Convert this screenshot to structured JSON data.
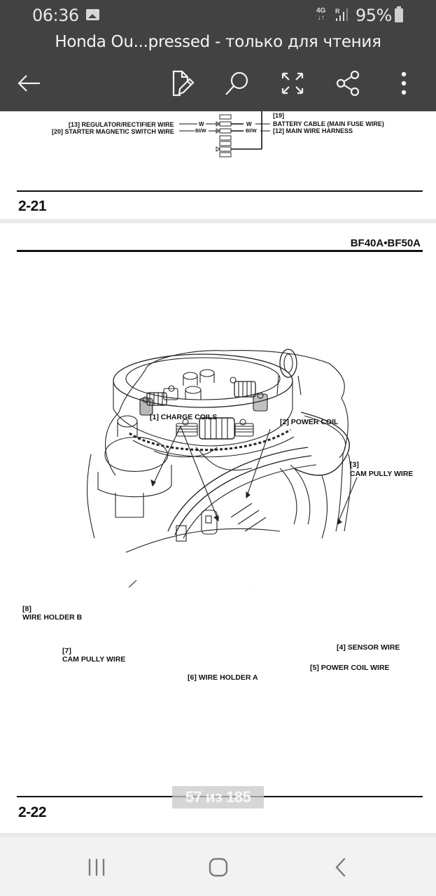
{
  "status_bar": {
    "time": "06:36",
    "notification_icon": "image-icon",
    "network_type": "4G",
    "signal_roaming": "R",
    "battery_percent": "95%"
  },
  "app_bar": {
    "title": "Honda Ou...pressed - только для чтения",
    "actions": [
      {
        "name": "back",
        "icon": "arrow-left-icon"
      },
      {
        "name": "edit",
        "icon": "edit-document-icon"
      },
      {
        "name": "search",
        "icon": "search-icon"
      },
      {
        "name": "fullscreen",
        "icon": "expand-icon"
      },
      {
        "name": "share",
        "icon": "share-icon"
      },
      {
        "name": "more",
        "icon": "more-vertical-icon"
      }
    ]
  },
  "page_21": {
    "wiring_labels": {
      "left_13": "[13] REGULATOR/RECTIFIER WIRE",
      "left_20": "[20] STARTER MAGNETIC SWITCH WIRE",
      "code_w_left": "W",
      "code_bw_left": "Bl/W",
      "code_w_right": "W",
      "code_bw_right": "Bl/W",
      "ref_19": "[19]",
      "battery_cable": "BATTERY CABLE (MAIN FUSE WIRE)",
      "main_harness": "[12]  MAIN WIRE HARNESS"
    },
    "page_number": "2-21"
  },
  "page_22": {
    "model_header": "BF40A•BF50A",
    "callouts": {
      "c1": "[1] CHARGE COILS",
      "c2": "[2] POWER COIL",
      "c3_num": "[3]",
      "c3_text": "CAM PULLY WIRE",
      "c4": "[4] SENSOR WIRE",
      "c5": "[5] POWER COIL WIRE",
      "c6": "[6] WIRE HOLDER A",
      "c7_num": "[7]",
      "c7_text": "CAM PULLY WIRE",
      "c8_num": "[8]",
      "c8_text": "WIRE HOLDER B"
    },
    "page_number": "2-22"
  },
  "page_indicator": "57 из 185",
  "nav_bar": {
    "buttons": [
      {
        "name": "recent-apps",
        "icon": "recent-apps-icon"
      },
      {
        "name": "home",
        "icon": "home-icon"
      },
      {
        "name": "back",
        "icon": "back-chevron-icon"
      }
    ]
  },
  "colors": {
    "app_bar_bg": "#424242",
    "doc_bg": "#e9e9e9",
    "page_bg": "#ffffff",
    "nav_bar_bg": "#f2f2f2",
    "ink": "#111111"
  }
}
